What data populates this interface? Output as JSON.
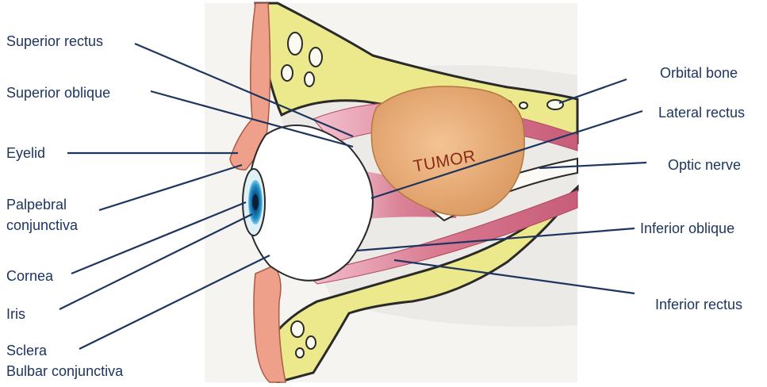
{
  "diagram": {
    "tumor_label": "TUMOR",
    "left_labels": {
      "superior_rectus": "Superior rectus",
      "superior_oblique": "Superior oblique",
      "eyelid": "Eyelid",
      "palpebral_line1": "Palpebral",
      "palpebral_line2": "conjunctiva",
      "cornea": "Cornea",
      "iris": "Iris",
      "sclera": "Sclera",
      "bulbar_conjunctiva": "Bulbar conjunctiva"
    },
    "right_labels": {
      "orbital_bone": "Orbital bone",
      "lateral_rectus": "Lateral rectus",
      "optic_nerve": "Optic nerve",
      "inferior_oblique": "Inferior oblique",
      "inferior_rectus": "Inferior rectus"
    }
  },
  "colors": {
    "label_text": "#1e3560",
    "leader_line": "#1e3560",
    "bone": "#ece98d",
    "muscle": "#d9788f",
    "tumor": "#e8b07e",
    "eyelid": "#eea08a",
    "iris": "#1f8ec4"
  }
}
